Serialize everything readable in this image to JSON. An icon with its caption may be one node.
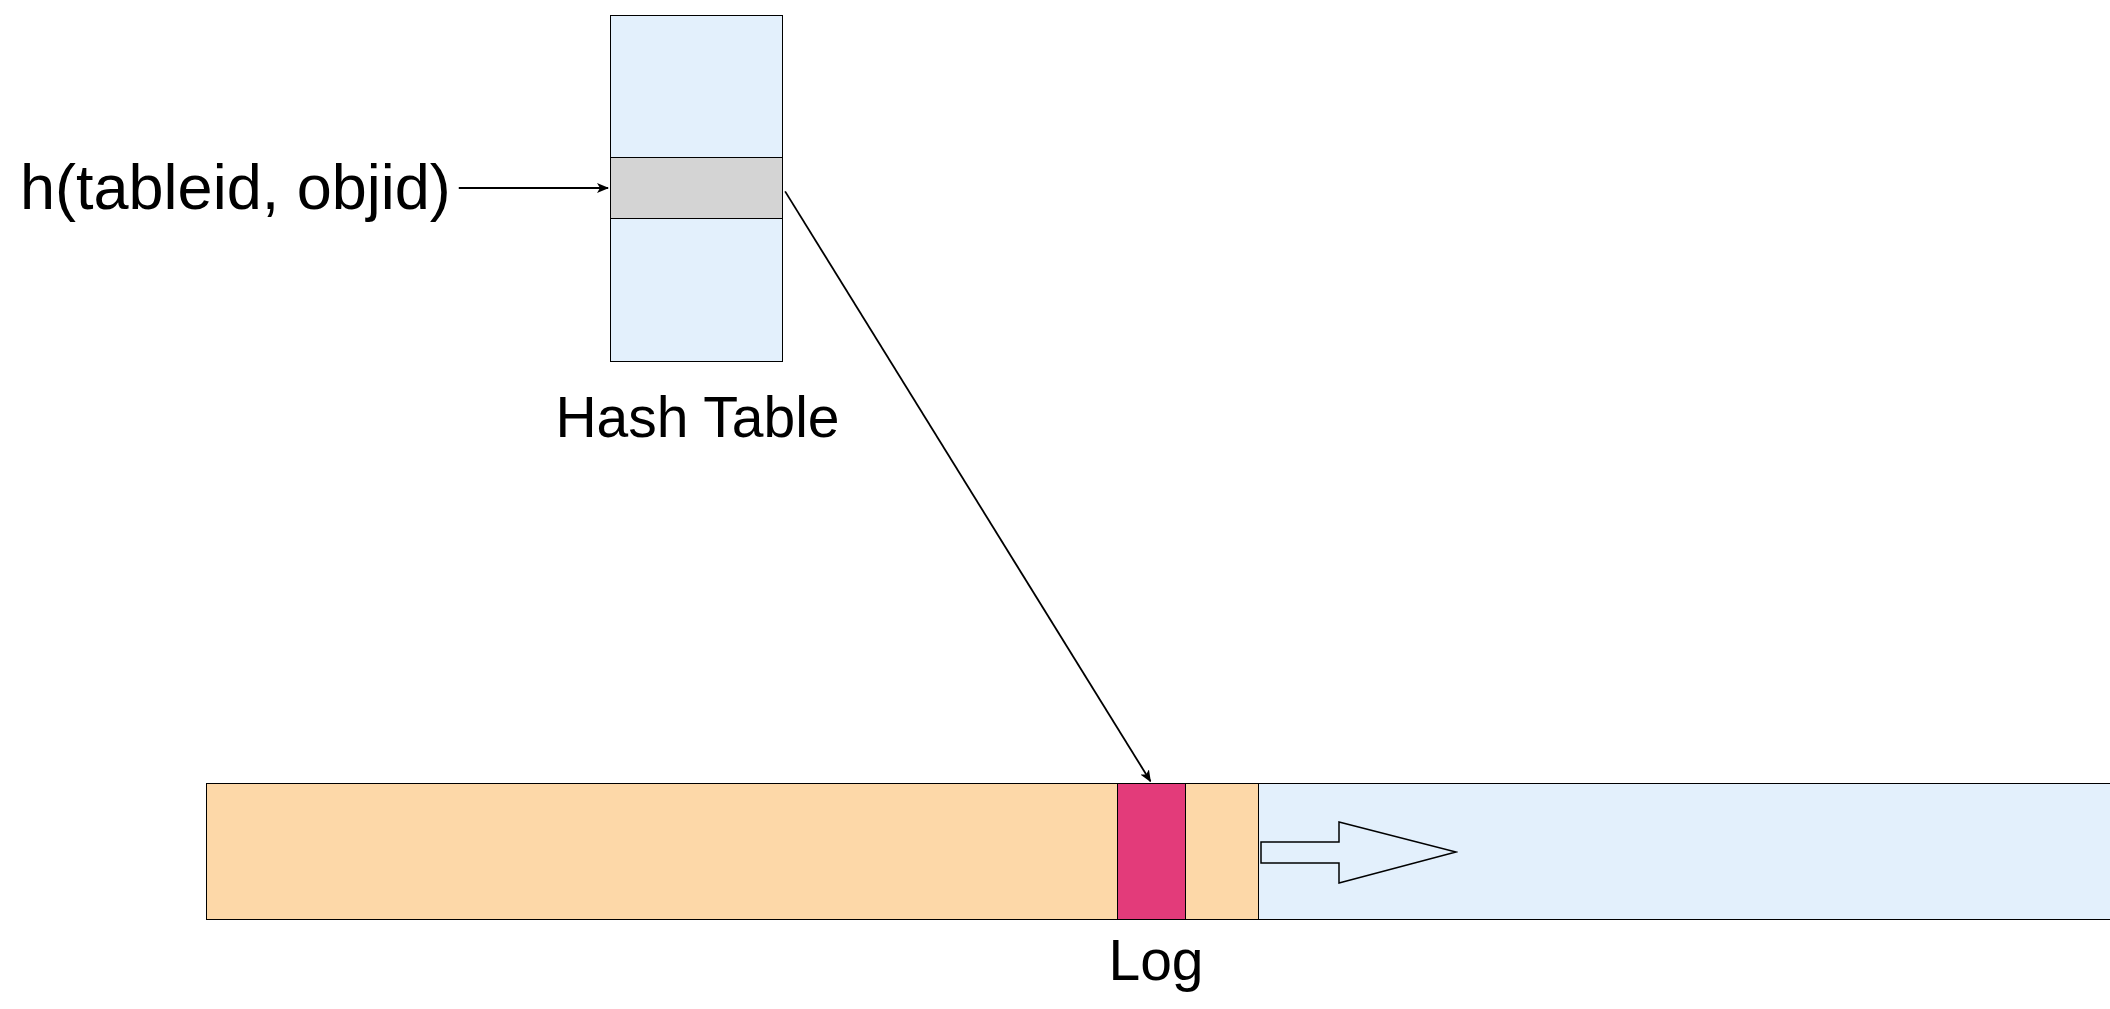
{
  "diagram": {
    "nodes": [
      {
        "text": [],
        "shape": "box",
        "beside": [
          "Hash Table"
        ]
      },
      {
        "text": [],
        "shape": "box",
        "in": 0
      },
      {
        "text": [
          "h(tableid, objid)"
        ]
      },
      {
        "text": [],
        "shape": "bar",
        "beside": [
          "Log"
        ]
      },
      {
        "text": [],
        "shape": "box",
        "in": 3
      }
    ],
    "edges": [
      {
        "from": 2,
        "to": 1,
        "arrow": "to"
      },
      {
        "from": 1,
        "to": 4,
        "arrow": "to"
      }
    ]
  }
}
